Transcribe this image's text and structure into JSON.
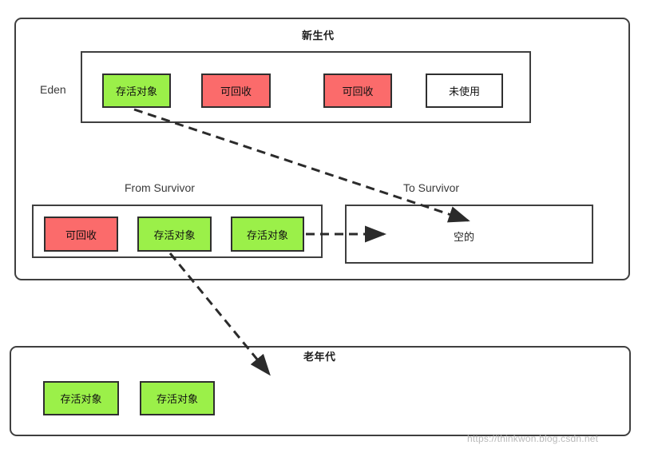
{
  "diagram": {
    "title_young": "新生代",
    "title_old": "老年代",
    "eden_label": "Eden",
    "from_survivor_label": "From Survivor",
    "to_survivor_label": "To Survivor",
    "to_survivor_content": "空的",
    "watermark": "https://thinkwon.blog.csdn.net",
    "colors": {
      "live": "#9bf049",
      "garbage": "#fb6b6b",
      "unused": "#ffffff",
      "stroke": "#3f3f3f",
      "arrow": "#2b2b2b"
    },
    "legend_terms": {
      "live": "存活对象",
      "garbage": "可回收",
      "unused": "未使用",
      "empty": "空的"
    },
    "eden_objects": [
      {
        "label": "存活对象",
        "kind": "live"
      },
      {
        "label": "可回收",
        "kind": "garbage"
      },
      {
        "label": "可回收",
        "kind": "garbage"
      },
      {
        "label": "未使用",
        "kind": "unused"
      }
    ],
    "from_survivor_objects": [
      {
        "label": "可回收",
        "kind": "garbage"
      },
      {
        "label": "存活对象",
        "kind": "live"
      },
      {
        "label": "存活对象",
        "kind": "live"
      }
    ],
    "old_gen_objects": [
      {
        "label": "存活对象",
        "kind": "live"
      },
      {
        "label": "存活对象",
        "kind": "live"
      }
    ],
    "arrows": [
      {
        "name": "eden-to-to-survivor",
        "style": "dashed"
      },
      {
        "name": "from-survivor-to-to-survivor",
        "style": "dashed"
      },
      {
        "name": "from-survivor-to-old-gen",
        "style": "dashed"
      }
    ]
  }
}
